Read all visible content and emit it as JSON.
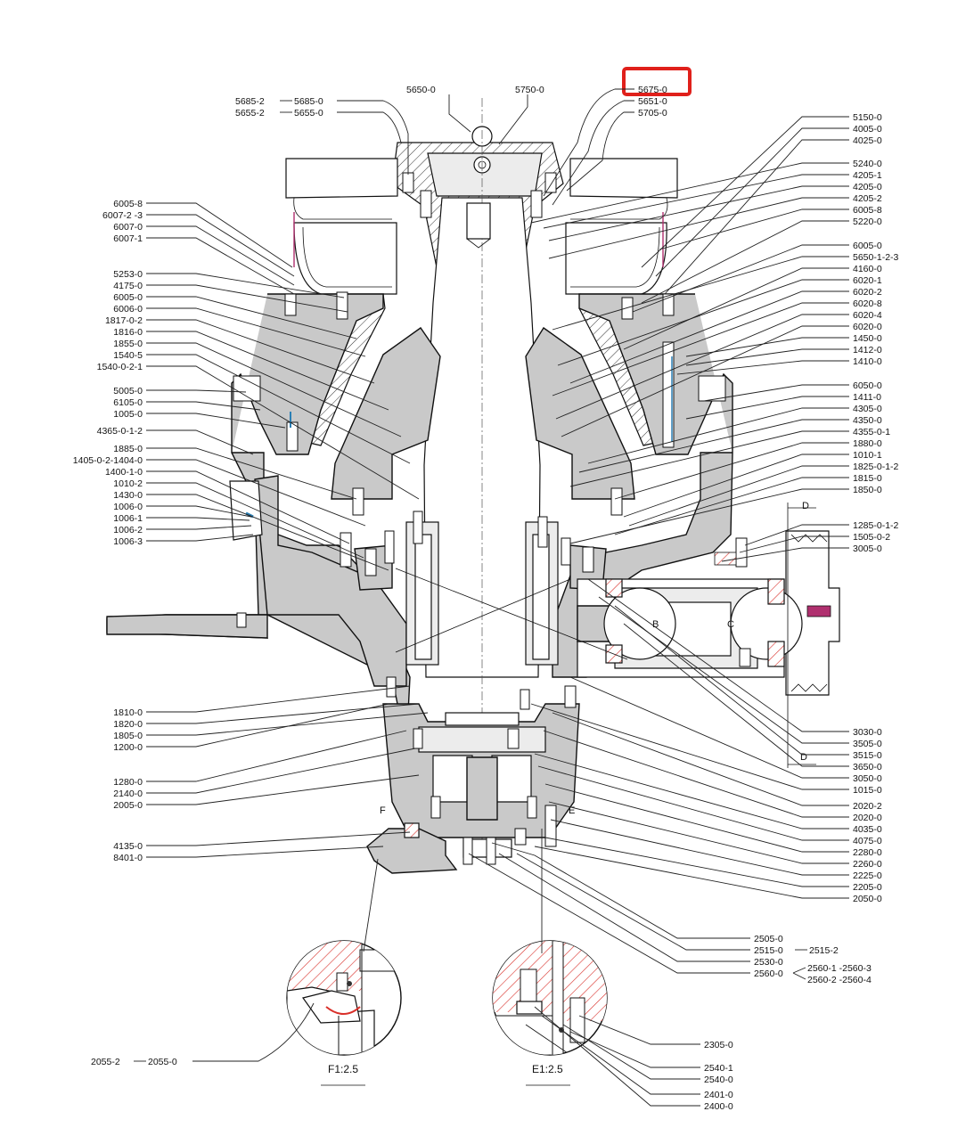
{
  "highlight_label": "5675-0",
  "top_labels": {
    "c1": "5650-0",
    "c2": "5750-0",
    "r1": "5675-0",
    "r2": "5651-0",
    "r3": "5705-0",
    "l1a": "5685-2",
    "l1b": "5685-0",
    "l2a": "5655-2",
    "l2b": "5655-0"
  },
  "left_labels": [
    "6005-8",
    "6007-2 -3",
    "6007-0",
    "6007-1",
    "5253-0",
    "4175-0",
    "6005-0",
    "6006-0",
    "1817-0-2",
    "1816-0",
    "1855-0",
    "1540-5",
    "1540-0-2-1",
    "5005-0",
    "6105-0",
    "1005-0",
    "4365-0-1-2",
    "1885-0",
    "1405-0-2-1404-0",
    "1400-1-0",
    "1010-2",
    "1430-0",
    "1006-0",
    "1006-1",
    "1006-2",
    "1006-3",
    "1810-0",
    "1820-0",
    "1805-0",
    "1200-0",
    "1280-0",
    "2140-0",
    "2005-0",
    "4135-0",
    "8401-0"
  ],
  "right_labels": [
    "5150-0",
    "4005-0",
    "4025-0",
    "5240-0",
    "4205-1",
    "4205-0",
    "4205-2",
    "6005-8",
    "5220-0",
    "6005-0",
    "5650-1-2-3",
    "4160-0",
    "6020-1",
    "6020-2",
    "6020-8",
    "6020-4",
    "6020-0",
    "1450-0",
    "1412-0",
    "1410-0",
    "6050-0",
    "1411-0",
    "4305-0",
    "4350-0",
    "4355-0-1",
    "1880-0",
    "1010-1",
    "1825-0-1-2",
    "1815-0",
    "1850-0",
    "1285-0-1-2",
    "1505-0-2",
    "3005-0",
    "3030-0",
    "3505-0",
    "3515-0",
    "3650-0",
    "3050-0",
    "1015-0",
    "2020-2",
    "2020-0",
    "4035-0",
    "4075-0",
    "2280-0",
    "2260-0",
    "2225-0",
    "2205-0",
    "2050-0"
  ],
  "bottom_right_labels": {
    "a": "2505-0",
    "b1": "2515-0",
    "b2": "2515-2",
    "c": "2530-0",
    "d": "2560-0",
    "d1": "2560-1 -2560-3",
    "d2": "2560-2 -2560-4"
  },
  "detail_labels": [
    "2305-0",
    "2540-1",
    "2540-0",
    "2401-0",
    "2400-0"
  ],
  "bottom_left_labels": {
    "a": "2055-2",
    "b": "2055-0"
  },
  "section_letters": {
    "d_top": "D",
    "d_bot": "D",
    "b": "B",
    "c": "C",
    "e": "E",
    "f": "F"
  },
  "detail_titles": {
    "f": "F1:2.5",
    "e": "E1:2.5"
  },
  "colors": {
    "highlight": "#e0201b",
    "casting": "#c9c9c9",
    "hatch_red": "#d9302a",
    "accent_blue": "#2a7fb5",
    "accent_magenta": "#b0306f"
  }
}
